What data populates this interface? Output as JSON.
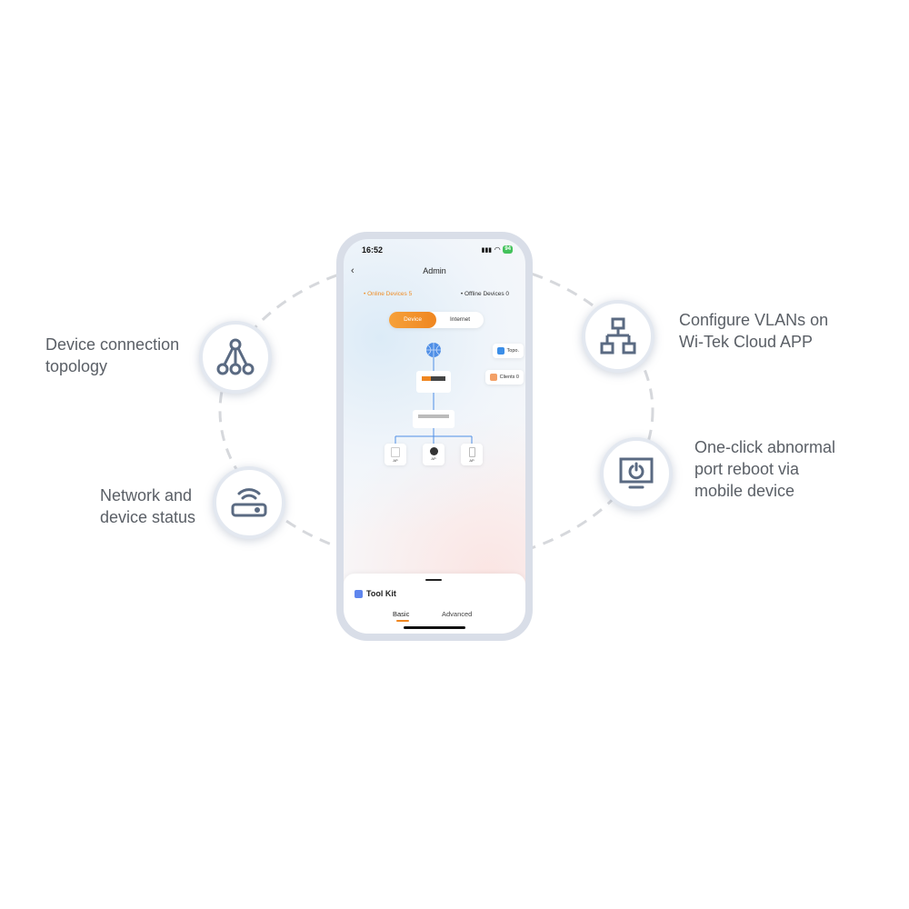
{
  "features": [
    {
      "id": "topology",
      "label": "Device connection\ntopology",
      "icon": "topology-icon"
    },
    {
      "id": "status",
      "label": "Network\nand\ndevice status",
      "icon": "router-wifi-icon"
    },
    {
      "id": "vlan",
      "label": "Configure VLANs on\nWi-Tek Cloud APP",
      "icon": "network-tree-icon"
    },
    {
      "id": "reboot",
      "label": "One-click abnormal\nport reboot via\nmobile device",
      "icon": "monitor-power-icon"
    }
  ],
  "phone": {
    "status_time": "16:52",
    "battery": "94",
    "title": "Admin",
    "online_devices": "• Online Devices 5",
    "offline_devices": "• Offline Devices 0",
    "segment": {
      "device": "Device",
      "internet": "Internet"
    },
    "chips": {
      "topo": "Topo.",
      "clients": "Clients 0"
    },
    "ap_labels": [
      "AP",
      "AP",
      "AP"
    ],
    "toolkit": {
      "title": "Tool Kit",
      "tab_basic": "Basic",
      "tab_advanced": "Advanced"
    }
  },
  "colors": {
    "accent": "#ef8620",
    "ring": "#d6d8dc",
    "icon_stroke": "#5a6a82",
    "battery": "#43c25b"
  }
}
